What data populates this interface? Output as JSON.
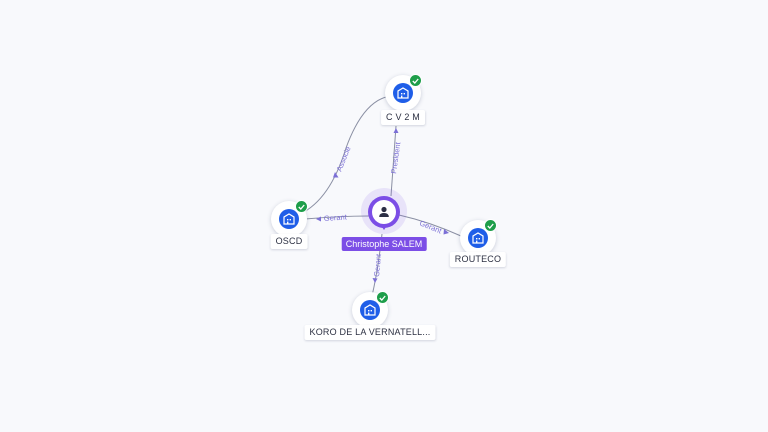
{
  "person": {
    "name": "Christophe SALEM",
    "icon": "person-icon"
  },
  "companies": [
    {
      "id": "cv2m",
      "name": "C V 2 M",
      "icon": "building-icon",
      "verified": true
    },
    {
      "id": "oscd",
      "name": "OSCD",
      "icon": "building-icon",
      "verified": true
    },
    {
      "id": "routeco",
      "name": "ROUTECO",
      "icon": "building-icon",
      "verified": true
    },
    {
      "id": "koro",
      "name": "KORO DE LA VERNATELL...",
      "icon": "building-icon",
      "verified": true
    }
  ],
  "edges": [
    {
      "from": "Christophe SALEM",
      "to": "C V 2 M",
      "label": "President"
    },
    {
      "from": "Christophe SALEM",
      "to": "OSCD",
      "label": "Gerant"
    },
    {
      "from": "Christophe SALEM",
      "to": "ROUTECO",
      "label": "Gerant"
    },
    {
      "from": "Christophe SALEM",
      "to": "KORO DE LA VERNATELL...",
      "label": "Gerant"
    },
    {
      "from": "OSCD",
      "to": "C V 2 M",
      "label": "Associe"
    }
  ],
  "colors": {
    "person": "#7c4ee6",
    "company": "#1f5ee8",
    "verified": "#1e9e4a",
    "edge_label": "#7b6fd6",
    "edge": "#8a8fa3",
    "background": "#f8f9fc"
  }
}
